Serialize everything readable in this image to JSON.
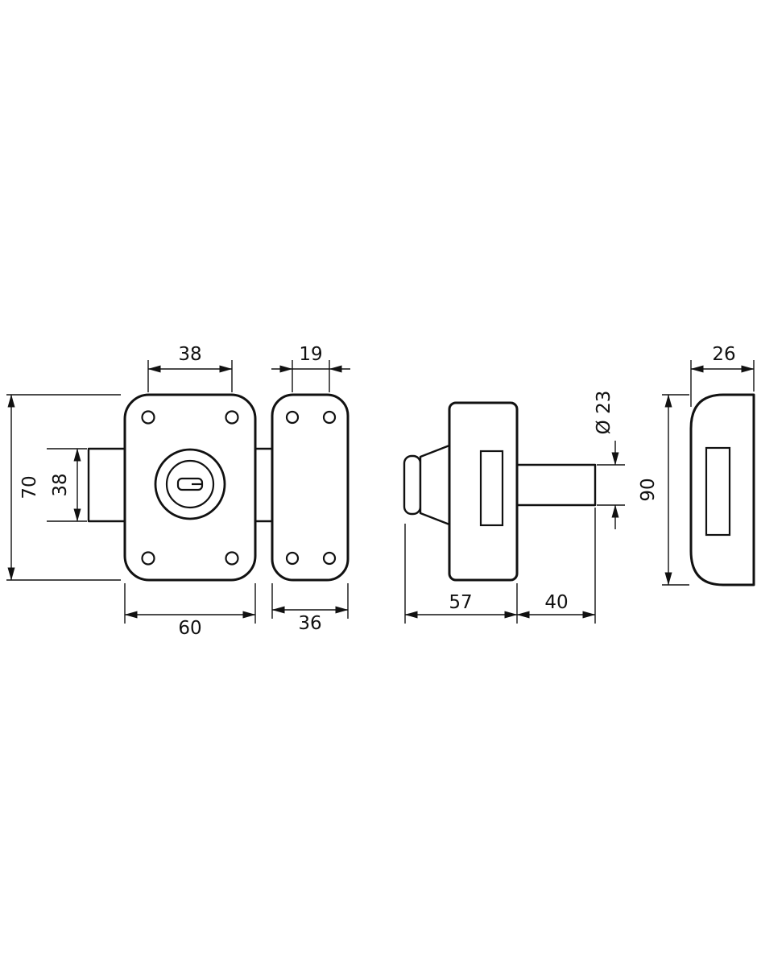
{
  "drawing": {
    "type": "technical-drawing-lock-dimensions",
    "background": "#ffffff",
    "line_color": "#111111",
    "views": {
      "front": {
        "name": "lock-front-view",
        "dims": {
          "hole_spacing": "38",
          "strike_hole_spacing": "19",
          "body_height": "70",
          "bolt_height": "38",
          "body_width": "60",
          "strike_width": "36"
        }
      },
      "side": {
        "name": "lock-side-view",
        "dims": {
          "body_depth": "57",
          "cylinder_length": "40",
          "cylinder_diameter": "Ø 23"
        }
      },
      "profile": {
        "name": "lock-profile-view",
        "dims": {
          "thickness": "26",
          "height": "90"
        }
      }
    }
  }
}
